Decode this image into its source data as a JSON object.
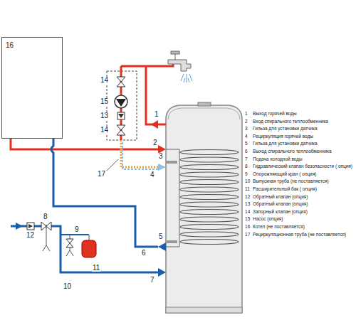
{
  "diagram": {
    "nodes": [
      {
        "text": [
          "16"
        ]
      }
    ],
    "labels": [
      "1",
      "Выход горячей воды",
      "2",
      "Вход спирального теплообменника",
      "3",
      "Гильза для установки датчика",
      "4",
      "Рециркуляция горячей воды",
      "5",
      "Гильза для установки датчика",
      "6",
      "Выход спирального теплообменника",
      "7",
      "Подача холодной воды",
      "8",
      "Гидравлический клапан безопасности ( опция)",
      "9",
      "Опорожняющий кран ( опция)",
      "10",
      "Выпускная труба (не поставляется)",
      "11",
      "Расширительный бак ( опция)",
      "12",
      "Обратный клапан (опция)",
      "13",
      "Обратный клапан (опция)",
      "14",
      "Запорный клапан (опция)",
      "15",
      "Насос (опция)",
      "16",
      "Котел (не поставляется)",
      "17",
      "Рециркуляционная труба (не поставляется)",
      "14",
      "15",
      "13",
      "14",
      "1",
      "2",
      "3",
      "4",
      "17",
      "5",
      "6",
      "7",
      "8",
      "9",
      "10",
      "11",
      "12"
    ]
  }
}
